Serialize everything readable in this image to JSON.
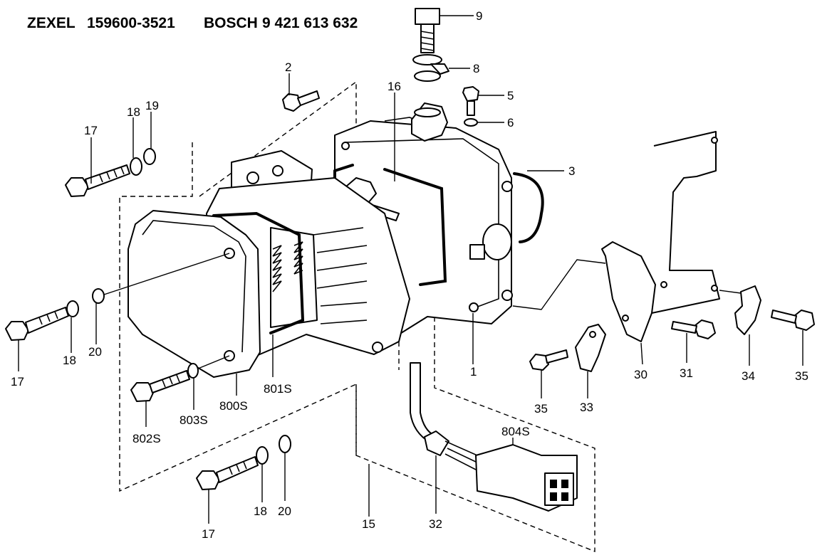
{
  "header": {
    "maker_a": "ZEXEL",
    "part_a": "159600-3521",
    "maker_b": "BOSCH",
    "part_b": "9 421 613 632"
  },
  "callouts": {
    "c9": "9",
    "c8": "8",
    "c5": "5",
    "c6": "6",
    "c3": "3",
    "c2": "2",
    "c16": "16",
    "c17_top": "17",
    "c18_top": "18",
    "c19": "19",
    "c17_left": "17",
    "c18_left": "18",
    "c20_left": "20",
    "c802s": "802S",
    "c803s": "803S",
    "c800s": "800S",
    "c801s": "801S",
    "c1": "1",
    "c35_left": "35",
    "c33": "33",
    "c30": "30",
    "c31": "31",
    "c34": "34",
    "c35_right": "35",
    "c804s": "804S",
    "c32": "32",
    "c15": "15",
    "c17_bot": "17",
    "c18_bot": "18",
    "c20_bot": "20"
  }
}
